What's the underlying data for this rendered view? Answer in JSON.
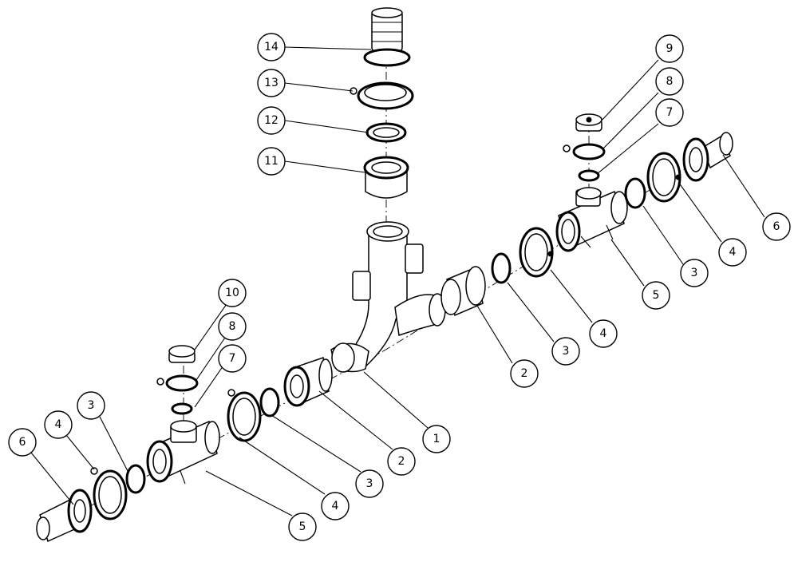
{
  "callouts": [
    {
      "id": "c1",
      "label": "1"
    },
    {
      "id": "c2a",
      "label": "2"
    },
    {
      "id": "c2b",
      "label": "2"
    },
    {
      "id": "c3a",
      "label": "3"
    },
    {
      "id": "c3b",
      "label": "3"
    },
    {
      "id": "c3c",
      "label": "3"
    },
    {
      "id": "c3d",
      "label": "3"
    },
    {
      "id": "c4a",
      "label": "4"
    },
    {
      "id": "c4b",
      "label": "4"
    },
    {
      "id": "c4c",
      "label": "4"
    },
    {
      "id": "c4d",
      "label": "4"
    },
    {
      "id": "c5a",
      "label": "5"
    },
    {
      "id": "c5b",
      "label": "5"
    },
    {
      "id": "c6a",
      "label": "6"
    },
    {
      "id": "c6b",
      "label": "6"
    },
    {
      "id": "c7a",
      "label": "7"
    },
    {
      "id": "c7b",
      "label": "7"
    },
    {
      "id": "c8a",
      "label": "8"
    },
    {
      "id": "c8b",
      "label": "8"
    },
    {
      "id": "c9",
      "label": "9"
    },
    {
      "id": "c10",
      "label": "10"
    },
    {
      "id": "c11",
      "label": "11"
    },
    {
      "id": "c12",
      "label": "12"
    },
    {
      "id": "c13",
      "label": "13"
    },
    {
      "id": "c14",
      "label": "14"
    }
  ]
}
